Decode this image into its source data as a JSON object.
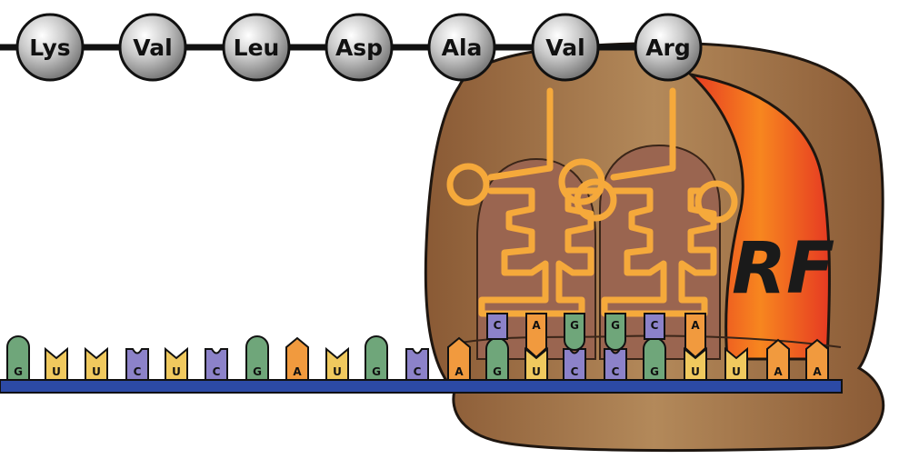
{
  "peptide_chain": [
    "Lys",
    "Val",
    "Leu",
    "Asp",
    "Ala",
    "Val",
    "Arg"
  ],
  "mrna_outside": [
    "G",
    "U",
    "U",
    "C",
    "U",
    "C",
    "G",
    "A",
    "U",
    "G",
    "C",
    "A"
  ],
  "mrna_inside": [
    "G",
    "U",
    "C",
    "C",
    "G",
    "U",
    "U",
    "A",
    "A"
  ],
  "anticodons": {
    "left_trna": [
      "C",
      "A",
      "G"
    ],
    "right_trna": [
      "G",
      "C",
      "A"
    ]
  },
  "release_factor_label": "RF",
  "colors": {
    "G": "#6fa67a",
    "U": "#f0c95e",
    "C": "#8c82c9",
    "A": "#f19a3e",
    "ribosome": "#a6764a",
    "trna": "#f5a93b",
    "mrna_backbone": "#2c4aa5"
  }
}
